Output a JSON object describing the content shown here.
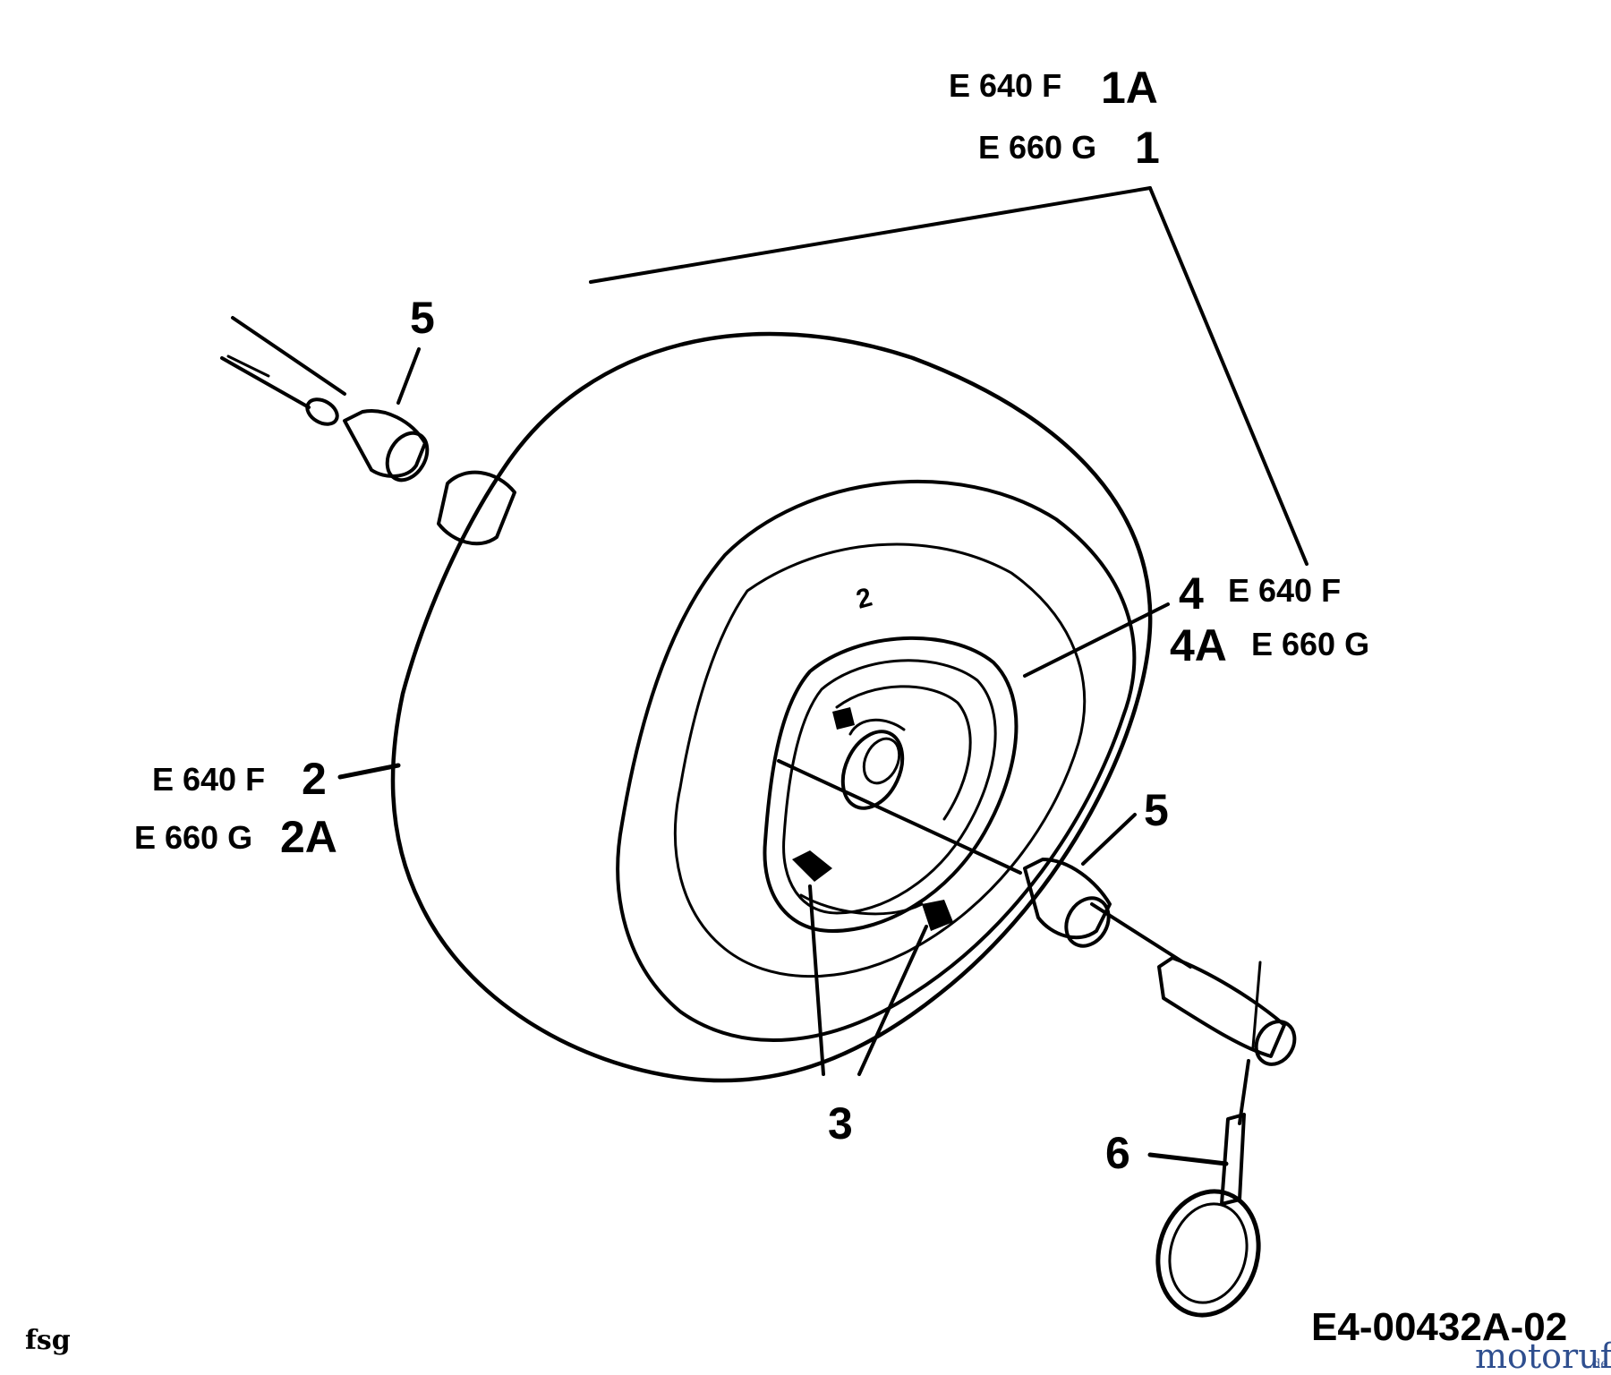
{
  "callouts": {
    "top_line1_model": "E 640 F",
    "top_line1_num": "1A",
    "top_line2_model": "E 660 G",
    "top_line2_num": "1",
    "left_line1_model": "E 640 F",
    "left_line1_num": "2",
    "left_line2_model": "E 660 G",
    "left_line2_num": "2A",
    "right_line1_num": "4",
    "right_line1_model": "E 640 F",
    "right_line2_num": "4A",
    "right_line2_model": "E 660 G",
    "part_5_left": "5",
    "part_5_right": "5",
    "part_3": "3",
    "part_6": "6"
  },
  "footer": {
    "drawing_code": "E4-00432A-02",
    "maker_mark": "fsg",
    "watermark_main": "motoruf",
    "watermark_suffix": ".de"
  },
  "icons": [
    "wheel-drawing",
    "axle-pin-icon",
    "ring-pin-icon",
    "spacer-bushing-icon"
  ]
}
